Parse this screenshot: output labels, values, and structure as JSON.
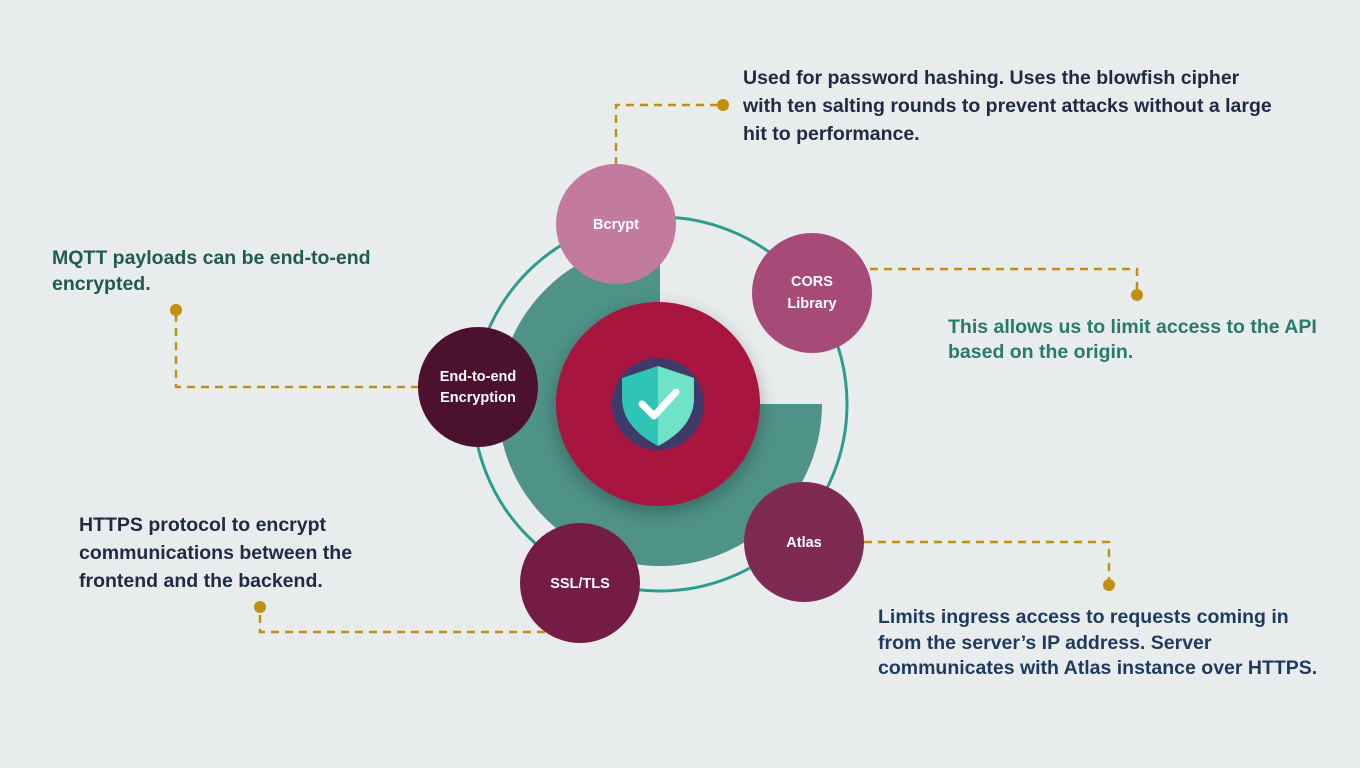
{
  "colors": {
    "background": "#e9ecec",
    "ring": "#2a9d8f",
    "ring_fill": "#4e9288",
    "center": "#a8123f",
    "connector": "#c0900e",
    "note_dark": "#1f2a44",
    "note_green": "#1f5c4f",
    "note_teal": "#277a6c",
    "note_navy": "#1d3b5f"
  },
  "center": {
    "icon": "shield-check-icon"
  },
  "nodes": [
    {
      "id": "bcrypt",
      "lines": [
        "Bcrypt"
      ],
      "color": "#c27b9f"
    },
    {
      "id": "cors",
      "lines": [
        "CORS",
        "Library"
      ],
      "color": "#a64b77"
    },
    {
      "id": "e2e",
      "lines": [
        "End-to-end",
        "Encryption"
      ],
      "color": "#4d1130"
    },
    {
      "id": "atlas",
      "lines": [
        "Atlas"
      ],
      "color": "#7e2a52"
    },
    {
      "id": "ssl",
      "lines": [
        "SSL/TLS"
      ],
      "color": "#751c46"
    }
  ],
  "notes": {
    "bcrypt": "Used for password hashing. Uses the blowfish cipher with ten salting rounds to prevent attacks without a large hit to performance.",
    "mqtt": "MQTT payloads can be end-to-end encrypted.",
    "cors": "This allows us to limit access to the API based on the origin.",
    "https": "HTTPS protocol to encrypt communications between the frontend and the backend.",
    "atlas": "Limits ingress access to requests coming in from the server’s IP address. Server communicates with Atlas instance over HTTPS."
  }
}
